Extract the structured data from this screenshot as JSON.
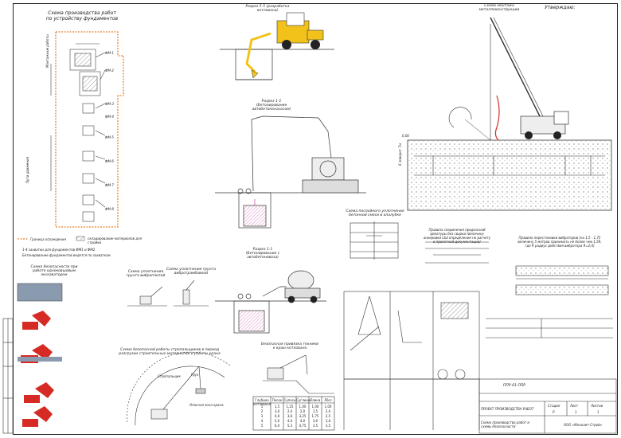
{
  "stamp_top_right": "Утверждаю:",
  "titles": {
    "foundation_scheme": "Схема производства работ по устройству фундаментов",
    "section_55": "Разрез 5-5 (разработка котлована)",
    "crane_scheme": "Схема монтажа металлоконструкции",
    "section_11_pump": "Разрез 1-1 (Бетонирование автобетононасосом)",
    "section_11_mixer": "Разрез 1-1 (Бетонирование с автобетоновоза)",
    "concrete_layers": "Схема послойного уплотнения бетонной смеси в опалубке",
    "rebar_welding": "Правила соединения продольной арматуры без сварки (величину анкеровки Lbd определение по расчету в проектной документации)",
    "vibrator_rule": "Правило перестановки вибраторов (на 1,5 - 1,75 величину 5 метров принимать не более чем 1,5R, где R радиус действия вибратора R=2,0)",
    "safety_excavator": "Схема безопасности при работе одноковшовым экскаватором",
    "vibro_soil": "Схема уплотнения грунта вибраплитой",
    "vibro_rammer": "Схема уплотнения грунта вибротрамбовкой",
    "crane_safety": "Схема безопасной работы стропальщиков в период разгрузки строительных материалов и работы крана",
    "pit_safety": "Безопасная привязка техники к краю котлована"
  },
  "labels": {
    "fence_legend": "Граница ограждения",
    "storage_legend": "складирование материалов для стройки",
    "crane_zone": "Опасная зона крана",
    "strop_label": "Стропальщик",
    "load_label": "Груз",
    "note_side": "Монтажные работы",
    "note_left": "Пути движения",
    "small_note_1": "1-4 захватки для фундаментов ФМ1 и ФМ2",
    "small_note_2": "Бетонирование фундаментов ведется по захваткам",
    "dim_left": "6 поворот 7м",
    "height_label": "0,00"
  },
  "foundation_marks": [
    "ФМ-1",
    "ФМ-2",
    "ФМ-3",
    "ФМ-4",
    "ФМ-5",
    "ФМ-6",
    "ФМ-7",
    "ФМ-8"
  ],
  "table_header": [
    "Глубина котлована",
    "Песок",
    "Супесь",
    "Суглинок",
    "Глина",
    "Лёсс"
  ],
  "table_rows": [
    [
      "1",
      "1,5",
      "1,25",
      "1,00",
      "1,00",
      "1,00"
    ],
    [
      "2",
      "3,0",
      "2,4",
      "2,0",
      "1,5",
      "2,0"
    ],
    [
      "3",
      "4,0",
      "3,6",
      "3,25",
      "1,75",
      "2,5"
    ],
    [
      "4",
      "5,0",
      "4,4",
      "4,0",
      "3,0",
      "3,0"
    ],
    [
      "5",
      "6,0",
      "5,3",
      "4,75",
      "3,5",
      "3,5"
    ]
  ],
  "title_block": {
    "code": "ППР-01-ППР",
    "project": "ПРОЕКТ ПРОИЗВОДСТВА РАБОТ",
    "sheet_name": "Схема производства работ и схемы безопасности",
    "org": "ООО «Монолит-Строй»",
    "stage_label": "Стадия",
    "sheet_label": "Лист",
    "sheets_label": "Листов",
    "stage": "Р",
    "sheet": "1",
    "sheets": "1"
  },
  "colors": {
    "orange": "#e7822c",
    "red": "#d62b24",
    "yellow": "#f2c21b",
    "magenta": "#c23b9b"
  }
}
